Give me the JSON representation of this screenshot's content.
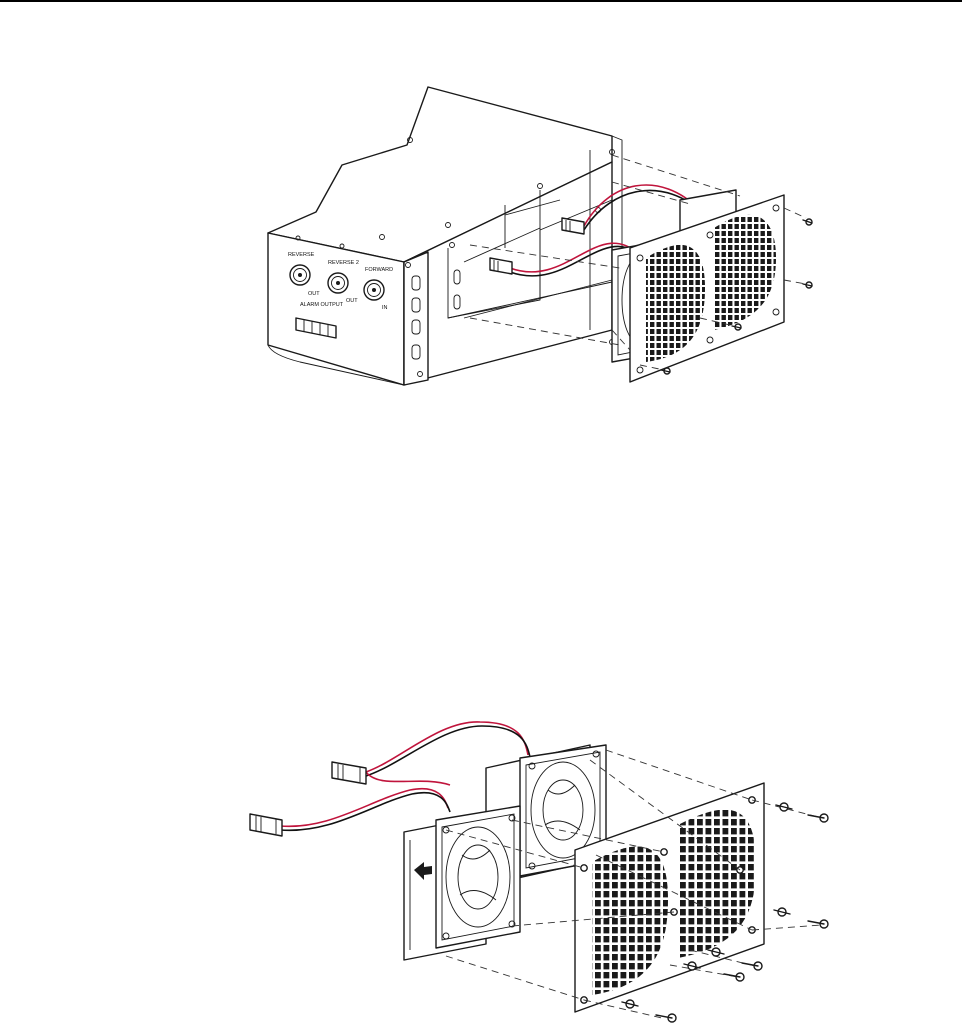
{
  "figure_top": {
    "labels": {
      "reverse": "REVERSE",
      "reverse2": "REVERSE 2",
      "forward": "FORWARD",
      "out1": "OUT",
      "out2": "OUT",
      "in": "IN",
      "alarm_output": "ALARM OUTPUT"
    }
  },
  "colors": {
    "wire_red": "#c0143c",
    "wire_black": "#111111",
    "line": "#1a1a1a"
  }
}
